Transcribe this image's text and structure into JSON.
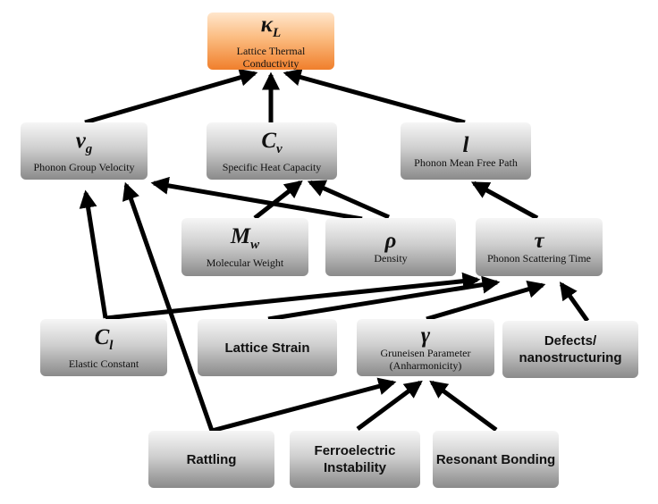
{
  "nodes": {
    "kappa": {
      "sym": "κ",
      "sub": "L",
      "desc": "Lattice Thermal Conductivity"
    },
    "vg": {
      "sym": "v",
      "sub": "g",
      "desc": "Phonon Group Velocity"
    },
    "cv": {
      "sym": "C",
      "sub": "v",
      "desc": "Specific Heat Capacity"
    },
    "l": {
      "sym": "l",
      "desc": "Phonon Mean Free Path"
    },
    "mw": {
      "sym": "M",
      "sub": "w",
      "desc": "Molecular Weight"
    },
    "rho": {
      "sym": "ρ",
      "desc": "Density"
    },
    "tau": {
      "sym": "τ",
      "desc": "Phonon Scattering Time"
    },
    "cl": {
      "sym": "C",
      "sub": "l",
      "desc": "Elastic Constant"
    },
    "strain": {
      "label": "Lattice Strain"
    },
    "gamma": {
      "sym": "γ",
      "desc": "Gruneisen Parameter (Anharmonicity)"
    },
    "defects": {
      "label": "Defects/ nanostructuring"
    },
    "rattling": {
      "label": "Rattling"
    },
    "ferro": {
      "label": "Ferroelectric Instability"
    },
    "resonant": {
      "label": "Resonant Bonding"
    }
  },
  "colors": {
    "accent": "#f07f2c",
    "box": "#9a9a9a",
    "arrow": "#000000"
  }
}
